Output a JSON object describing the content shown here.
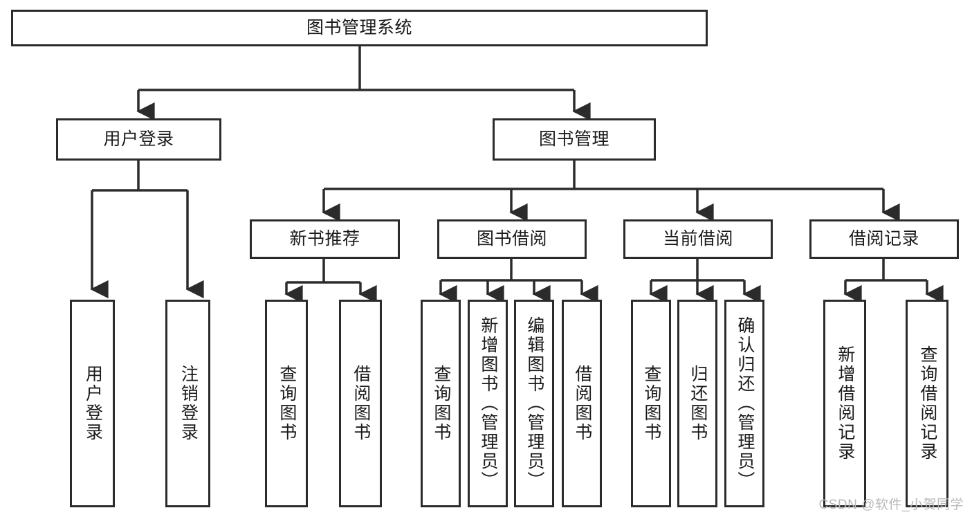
{
  "diagram": {
    "type": "hierarchy-tree",
    "title": "图书管理系统",
    "root": {
      "id": "root",
      "label": "图书管理系统",
      "orientation": "horizontal"
    },
    "level2": [
      {
        "id": "user-login",
        "label": "用户登录",
        "orientation": "horizontal"
      },
      {
        "id": "book-management",
        "label": "图书管理",
        "orientation": "horizontal"
      }
    ],
    "level3": [
      {
        "id": "new-book-recommend",
        "label": "新书推荐",
        "orientation": "horizontal",
        "parent": "book-management"
      },
      {
        "id": "book-borrow",
        "label": "图书借阅",
        "orientation": "horizontal",
        "parent": "book-management"
      },
      {
        "id": "current-borrow",
        "label": "当前借阅",
        "orientation": "horizontal",
        "parent": "book-management"
      },
      {
        "id": "borrow-record",
        "label": "借阅记录",
        "orientation": "horizontal",
        "parent": "book-management"
      }
    ],
    "leaves": [
      {
        "id": "leaf-user-login",
        "label": "用户登录",
        "orientation": "vertical",
        "parent": "user-login"
      },
      {
        "id": "leaf-logout-login",
        "label": "注销登录",
        "orientation": "vertical",
        "parent": "user-login"
      },
      {
        "id": "leaf-query-book-1",
        "label": "查询图书",
        "orientation": "vertical",
        "parent": "new-book-recommend"
      },
      {
        "id": "leaf-borrow-book-1",
        "label": "借阅图书",
        "orientation": "vertical",
        "parent": "new-book-recommend"
      },
      {
        "id": "leaf-query-book-2",
        "label": "查询图书",
        "orientation": "vertical",
        "parent": "book-borrow"
      },
      {
        "id": "leaf-add-book",
        "label": "新增图书（管理员）",
        "orientation": "vertical",
        "parent": "book-borrow"
      },
      {
        "id": "leaf-edit-book",
        "label": "编辑图书（管理员）",
        "orientation": "vertical",
        "parent": "book-borrow"
      },
      {
        "id": "leaf-borrow-book-2",
        "label": "借阅图书",
        "orientation": "vertical",
        "parent": "book-borrow"
      },
      {
        "id": "leaf-query-book-3",
        "label": "查询图书",
        "orientation": "vertical",
        "parent": "current-borrow"
      },
      {
        "id": "leaf-return-book",
        "label": "归还图书",
        "orientation": "vertical",
        "parent": "current-borrow"
      },
      {
        "id": "leaf-confirm-return",
        "label": "确认归还（管理员）",
        "orientation": "vertical",
        "parent": "current-borrow"
      },
      {
        "id": "leaf-add-record",
        "label": "新增借阅记录",
        "orientation": "vertical",
        "parent": "borrow-record"
      },
      {
        "id": "leaf-query-record",
        "label": "查询借阅记录",
        "orientation": "vertical",
        "parent": "borrow-record"
      }
    ]
  },
  "watermark": {
    "text": "CSDN @软件_小贺同学"
  },
  "colors": {
    "stroke": "#2b2b2b",
    "background": "#ffffff",
    "text": "#1a1a1a",
    "watermark": "#b9b9b9"
  }
}
